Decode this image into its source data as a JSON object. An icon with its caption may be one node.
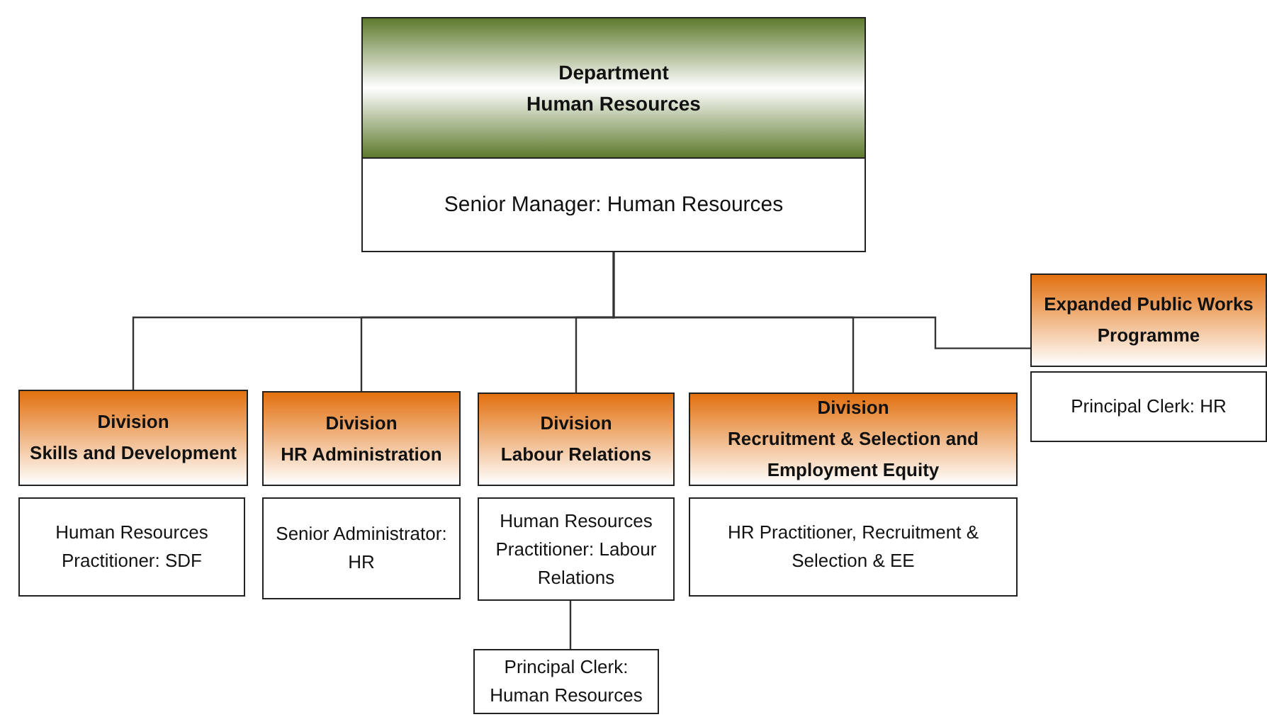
{
  "diagram": {
    "nodes": [
      {
        "text": [
          "Department",
          "Human Resources"
        ]
      },
      {
        "text": [
          "Senior Manager: Human Resources"
        ]
      },
      {
        "text": [
          "Division",
          "Skills and Development"
        ]
      },
      {
        "text": [
          "Human Resources Practitioner: SDF"
        ]
      },
      {
        "text": [
          "Division",
          "HR Administration"
        ]
      },
      {
        "text": [
          "Senior Administrator: HR"
        ]
      },
      {
        "text": [
          "Division",
          "Labour Relations"
        ]
      },
      {
        "text": [
          "Human Resources Practitioner: Labour Relations"
        ]
      },
      {
        "text": [
          "Principal Clerk: Human Resources"
        ]
      },
      {
        "text": [
          "Division",
          "Recruitment & Selection and Employment Equity"
        ]
      },
      {
        "text": [
          "HR Practitioner, Recruitment & Selection & EE"
        ]
      },
      {
        "text": [
          "Expanded Public Works Programme"
        ]
      },
      {
        "text": [
          "Principal Clerk: HR"
        ]
      }
    ],
    "edges": [
      {
        "from": 1,
        "to": 2,
        "arrow": "none"
      },
      {
        "from": 1,
        "to": 4,
        "arrow": "none"
      },
      {
        "from": 1,
        "to": 6,
        "arrow": "none"
      },
      {
        "from": 1,
        "to": 9,
        "arrow": "none"
      },
      {
        "from": 1,
        "to": 11,
        "arrow": "none"
      },
      {
        "from": 7,
        "to": 8,
        "arrow": "none"
      }
    ]
  }
}
